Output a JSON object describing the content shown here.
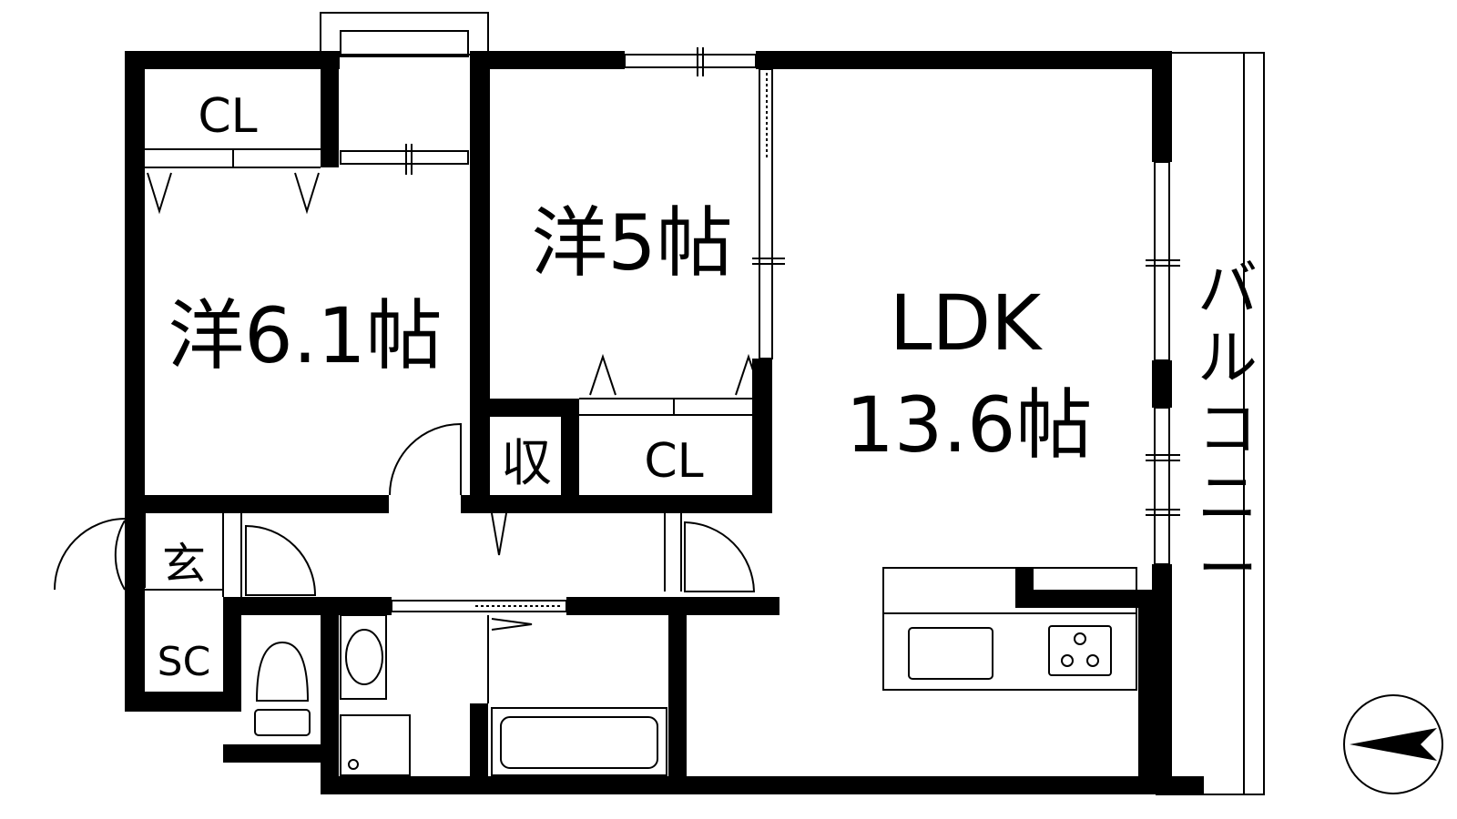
{
  "rooms": {
    "western_a": {
      "label": "洋6.1帖"
    },
    "western_b": {
      "label": "洋5帖"
    },
    "ldk_name": {
      "label": "LDK"
    },
    "ldk_size": {
      "label": "13.6帖"
    },
    "closet_a": {
      "label": "CL"
    },
    "closet_b": {
      "label": "CL"
    },
    "storage": {
      "label": "収"
    },
    "entrance": {
      "label": "玄"
    },
    "shoe_closet": {
      "label": "SC"
    },
    "balcony": {
      "chars": [
        "バ",
        "ル",
        "コ",
        "ニ",
        "ー"
      ]
    }
  },
  "compass": {
    "icon": "north-arrow-icon"
  },
  "colors": {
    "wall": "#000000",
    "background": "#ffffff"
  }
}
